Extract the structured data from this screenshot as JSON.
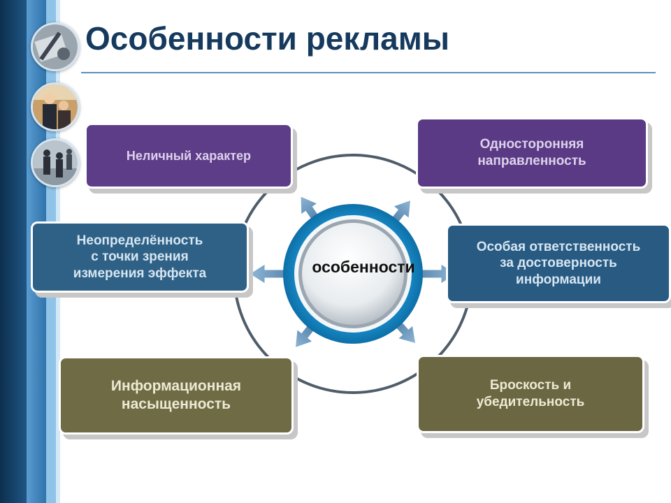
{
  "slide": {
    "title": "Особенности рекламы"
  },
  "decor": {
    "icons": [
      "office-supplies-photo",
      "business-people-photo",
      "walking-business-people-photo"
    ]
  },
  "diagram": {
    "center": "особенности",
    "features": [
      {
        "id": "impersonal",
        "label": "Неличный характер",
        "fill": "#5e3d88",
        "text_color": "#ddd2ec"
      },
      {
        "id": "one-sided",
        "label": "Односторонняя\nнаправленность",
        "fill": "#5a3a84",
        "text_color": "#ddd2ec"
      },
      {
        "id": "uncertainty",
        "label": "Неопределённость\nс точки зрения\nизмерения эффекта",
        "fill": "#2f6186",
        "text_color": "#d6e6f2"
      },
      {
        "id": "responsibility",
        "label": "Особая ответственность\nза достоверность\nинформации",
        "fill": "#285a82",
        "text_color": "#d6e6f2"
      },
      {
        "id": "info-richness",
        "label": "Информационная\nнасыщенность",
        "fill": "#6f6b45",
        "text_color": "#ecead4"
      },
      {
        "id": "catchiness",
        "label": "Броскость и\nубедительность",
        "fill": "#6b6742",
        "text_color": "#ecead4"
      }
    ]
  }
}
